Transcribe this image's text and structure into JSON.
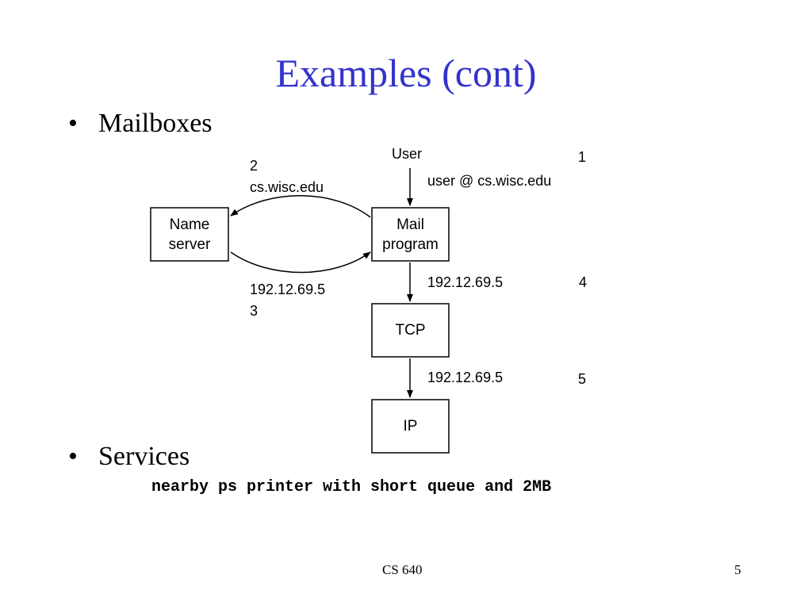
{
  "slide": {
    "title": "Examples (cont)",
    "bullets": [
      {
        "marker": "•",
        "text": "Mailboxes"
      },
      {
        "marker": "•",
        "text": "Services"
      }
    ],
    "services_query": "nearby ps printer with short queue and 2MB",
    "footer_course": "CS 640",
    "footer_page": "5"
  },
  "diagram": {
    "nodes": {
      "name_server": {
        "line1": "Name",
        "line2": "server"
      },
      "mail_program": {
        "line1": "Mail",
        "line2": "program"
      },
      "tcp": {
        "label": "TCP"
      },
      "ip": {
        "label": "IP"
      }
    },
    "labels": {
      "user": "User",
      "step1_num": "1",
      "step1_text": "user @ cs.wisc.edu",
      "step2_num": "2",
      "step2_text": "cs.wisc.edu",
      "step3_addr": "192.12.69.5",
      "step3_num": "3",
      "step4_addr": "192.12.69.5",
      "step4_num": "4",
      "step5_addr": "192.12.69.5",
      "step5_num": "5"
    }
  },
  "colors": {
    "title": "#3333cc",
    "ink": "#000000",
    "background": "#ffffff"
  }
}
